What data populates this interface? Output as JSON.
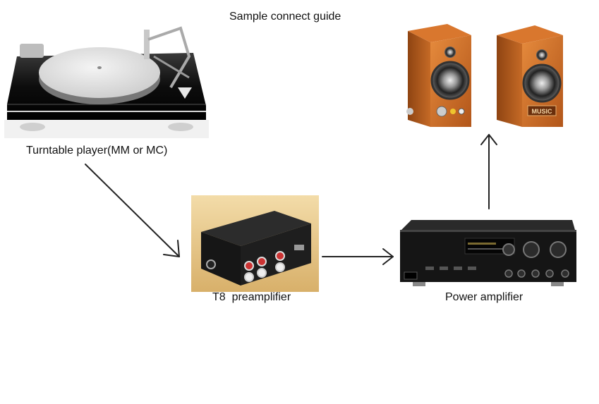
{
  "title": "Sample connect guide",
  "nodes": {
    "turntable": {
      "label": "Turntable player(MM or MC)"
    },
    "preamp": {
      "label": "T8  preamplifier"
    },
    "amplifier": {
      "label": "Power amplifier"
    },
    "speakers": {
      "badge": "MUSIC"
    }
  },
  "connections": [
    {
      "from": "turntable",
      "to": "preamp"
    },
    {
      "from": "preamp",
      "to": "amplifier"
    },
    {
      "from": "amplifier",
      "to": "speakers"
    }
  ]
}
